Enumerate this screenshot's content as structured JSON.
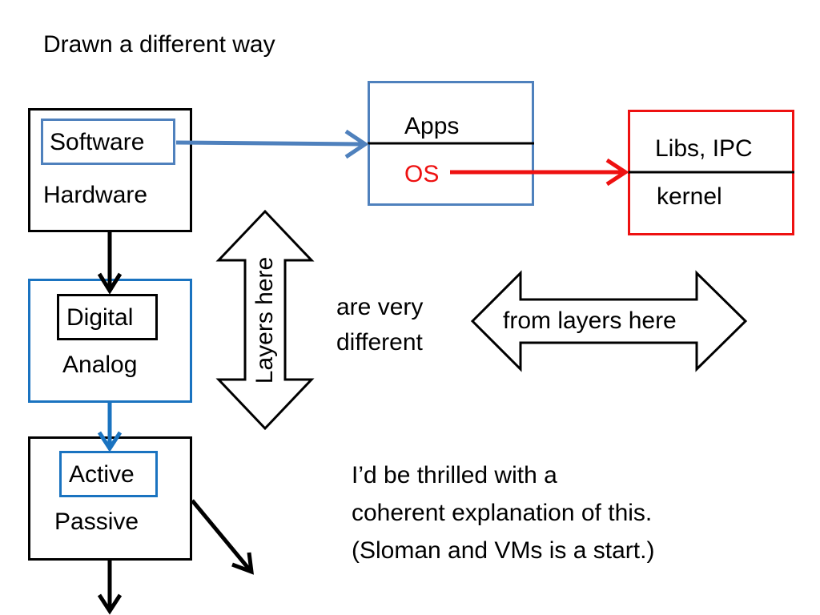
{
  "title": "Drawn a different way",
  "stack1": {
    "software": "Software",
    "hardware": "Hardware",
    "digital": "Digital",
    "analog": "Analog",
    "active": "Active",
    "passive": "Passive"
  },
  "stack2": {
    "apps": "Apps",
    "os": "OS"
  },
  "stack3": {
    "libs": "Libs, IPC",
    "kernel": "kernel"
  },
  "middle": {
    "layers_here": "Layers here",
    "are_very_different": [
      "are very",
      "different"
    ],
    "from_layers_here": "from layers here"
  },
  "note": [
    "I’d be thrilled with a",
    "coherent explanation of this.",
    "(Sloman and VMs is a start.)"
  ],
  "colors": {
    "blue_box": "#4f81bd",
    "blue_strong": "#1a73c0",
    "red": "#ee1111",
    "black": "#000000"
  }
}
